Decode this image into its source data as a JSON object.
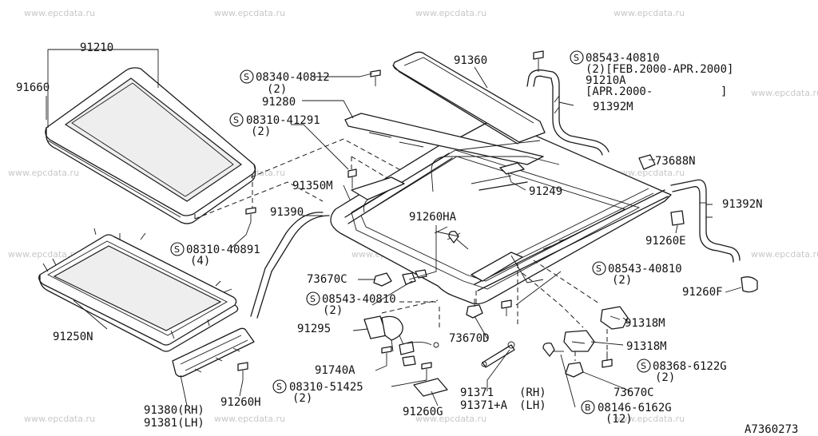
{
  "watermark": "www.epcdata.ru",
  "diagram_code": "A7360273",
  "symbols": {
    "screw": "S",
    "bolt": "B"
  },
  "parts": {
    "p91210": "91210",
    "p91660": "91660",
    "p08340_40812": "08340-40812",
    "p08340_40812_qty": "(2)",
    "p91280": "91280",
    "p08310_41291": "08310-41291",
    "p08310_41291_qty": "(2)",
    "p91360": "91360",
    "p08543_40810_top": "08543-40810",
    "p08543_40810_top_note1": "(2)[FEB.2000-APR.2000]",
    "p91210A": "91210A",
    "p91210A_note": "[APR.2000-",
    "p91210A_note_end": "]",
    "p91392M": "91392M",
    "p73688N": "73688N",
    "p91249": "91249",
    "p91350M": "91350M",
    "p91392N": "91392N",
    "p91390": "91390",
    "p91260HA": "91260HA",
    "p91260E": "91260E",
    "p08310_40891": "08310-40891",
    "p08310_40891_qty": "(4)",
    "p08543_40810_mid": "08543-40810",
    "p08543_40810_mid_qty": "(2)",
    "p73670C_left": "73670C",
    "p91260F": "91260F",
    "p08543_40810_low": "08543-40810",
    "p08543_40810_low_qty": "(2)",
    "p91318M_a": "91318M",
    "p91250N": "91250N",
    "p91295": "91295",
    "p73670D": "73670D",
    "p91318M_b": "91318M",
    "p08368_6122G": "08368-6122G",
    "p08368_6122G_qty": "(2)",
    "p91740A": "91740A",
    "p08310_51425": "08310-51425",
    "p08310_51425_qty": "(2)",
    "p91371": "91371",
    "p91371_rh": "(RH)",
    "p73670C_right": "73670C",
    "p91371A": "91371+A",
    "p91371A_lh": "(LH)",
    "p08146_6162G": "08146-6162G",
    "p08146_6162G_qty": "(12)",
    "p91380": "91380(RH)",
    "p91381": "91381(LH)",
    "p91260H": "91260H",
    "p91260G": "91260G"
  }
}
